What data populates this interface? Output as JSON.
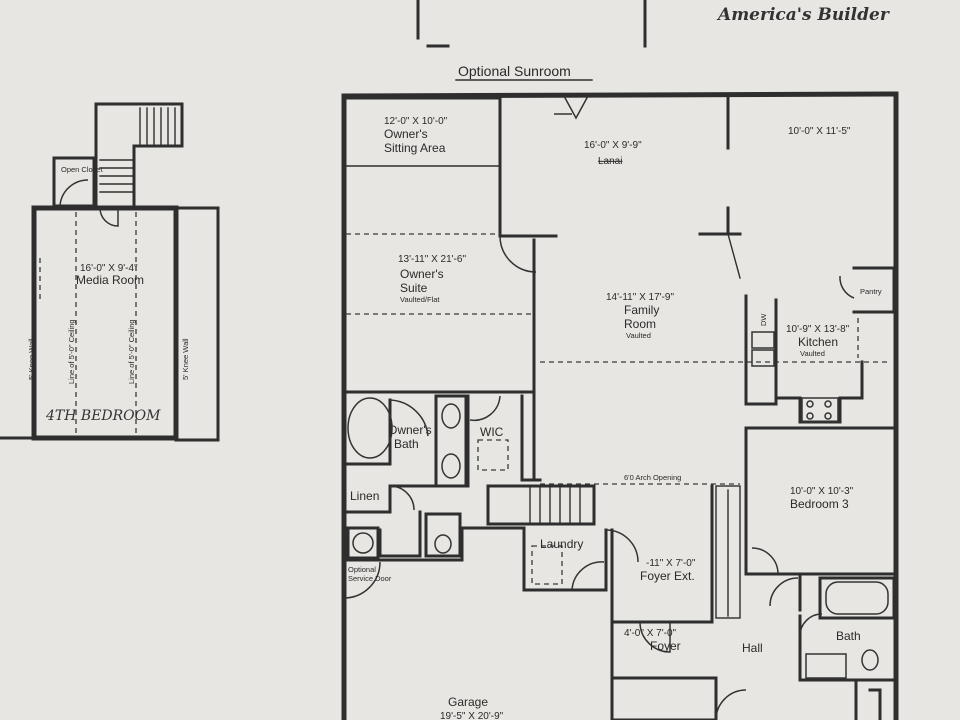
{
  "header": {
    "brand": "America's Builder",
    "title": "Optional Sunroom"
  },
  "loft": {
    "closet_label": "Open Closet",
    "media_dims": "16'-0\" X 9'-4\"",
    "media_label": "Media Room",
    "knee_wall_left": "5' Knee Wall",
    "knee_wall_right": "5' Knee Wall",
    "ceiling_line_1": "Line of 5'-0\" Ceiling",
    "ceiling_line_2": "Line of 5'-0\" Ceiling",
    "handwritten": "4TH BEDROOM"
  },
  "plan": {
    "sitting": {
      "dims": "12'-0\" X 10'-0\"",
      "name_1": "Owner's",
      "name_2": "Sitting Area"
    },
    "lanai": {
      "dims": "16'-0\" X 9'-9\"",
      "name": "Lanai"
    },
    "nook": {
      "dims": "10'-0\" X 11'-5\""
    },
    "suite": {
      "dims": "13'-11\" X 21'-6\"",
      "name_1": "Owner's",
      "name_2": "Suite",
      "note": "Vaulted/Flat"
    },
    "family": {
      "dims": "14'-11\" X 17'-9\"",
      "name_1": "Family",
      "name_2": "Room",
      "note": "Vaulted"
    },
    "kitchen": {
      "dims": "10'-9\" X 13'-8\"",
      "name": "Kitchen",
      "note": "Vaulted",
      "pantry": "Pantry",
      "dw": "DW"
    },
    "owners_bath": {
      "name_1": "Owner's",
      "name_2": "Bath"
    },
    "wic": "WIC",
    "linen": "Linen",
    "arch": "6'0 Arch Opening",
    "bedroom3": {
      "dims": "10'-0\" X 10'-3\"",
      "name": "Bedroom 3"
    },
    "laundry": "Laundry",
    "foyer_ext": "-11\" X 7'-0\"",
    "foyer_ext_name": "Foyer Ext.",
    "optional_door_1": "Optional",
    "optional_door_2": "Service Door",
    "foyer_dims": "4'-0\" X 7'-0\"",
    "foyer": "Foyer",
    "hall": "Hall",
    "bath": "Bath",
    "garage": {
      "name": "Garage",
      "dims": "19'-5\" X 20'-9\""
    }
  }
}
